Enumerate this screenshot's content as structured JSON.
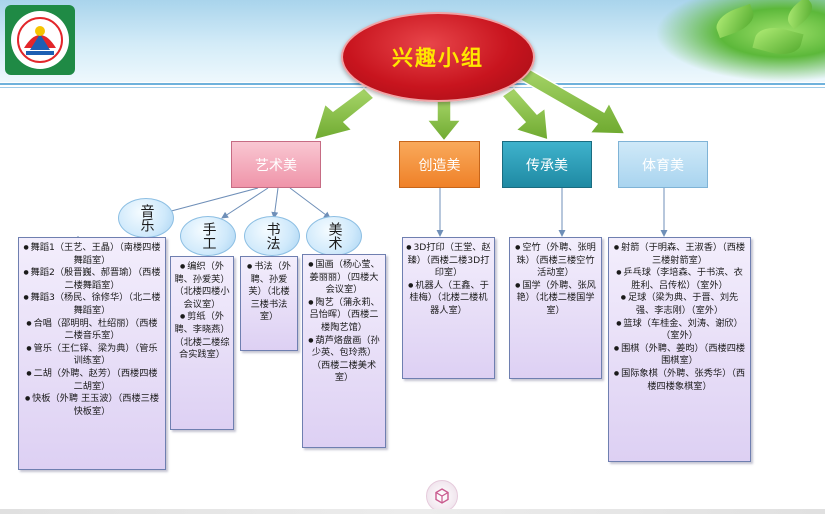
{
  "title": "兴趣小组",
  "categories": {
    "art": "艺术美",
    "create": "创造美",
    "inherit": "传承美",
    "sports": "体育美"
  },
  "art_subgroups": {
    "music": "音乐",
    "craft": "手工",
    "calligraphy": "书法",
    "fineart": "美术"
  },
  "boxes": {
    "music": [
      "舞蹈1（王艺、王晶）（南楼四楼舞蹈室）",
      "舞蹈2（殷晋巍、郝晋瑜）（西楼二楼舞蹈室）",
      "舞蹈3（杨民、徐修华）（北二楼舞蹈室）",
      "合唱（邵明明、杜绍丽）（西楼二楼音乐室）",
      "管乐（王仁铎、梁为典）（管乐训练室）",
      "二胡（外聘、赵芳）（西楼四楼二胡室）",
      "快板（外聘 王玉波）（西楼三楼快板室）"
    ],
    "craft": [
      "编织（外聘、孙爱芙）（北楼四楼小会议室）",
      "剪纸（外聘、李晓燕）（北楼二楼综合实践室）"
    ],
    "calligraphy": [
      "书法（外聘、孙爱芙）（北楼三楼书法室）"
    ],
    "fineart": [
      "国画（杨心莹、姜丽丽）（四楼大会议室）",
      "陶艺（蒲永莉、吕怡晖）（西楼二楼陶艺馆）",
      "葫芦烙盘画（孙少英、包玲燕）（西楼二楼美术室）"
    ],
    "create": [
      "3D打印（王堂、赵臻）（西楼二楼3D打印室）",
      "机器人（王鑫、于桂梅）（北楼二楼机器人室）"
    ],
    "inherit": [
      "空竹（外聘、张明珠）（西楼三楼空竹活动室）",
      "国学（外聘、张风艳）（北楼二楼国学室）"
    ],
    "sports": [
      "射箭（于明森、王淑香）（西楼三楼射箭室）",
      "乒乓球（李培森、于书滨、衣胜利、吕传松）（室外）",
      "足球（梁为典、于晋、刘先强、李志刚）（室外）",
      "篮球（车桂金、刘涛、谢欣）（室外）",
      "围棋（外聘、姜昀）（西楼四楼围棋室）",
      "国际象棋（外聘、张秀华）（西楼四楼象棋室）"
    ]
  },
  "colors": {
    "title_oval": "#c8141e",
    "title_text": "#ffe600",
    "art": "#f3a7b8",
    "create": "#f6923a",
    "inherit": "#2b9bb6",
    "sports": "#b5dcf2",
    "arrow": "#8cc34a",
    "box_fill": "#e6dcf6",
    "box_border": "#6f7fb0"
  }
}
